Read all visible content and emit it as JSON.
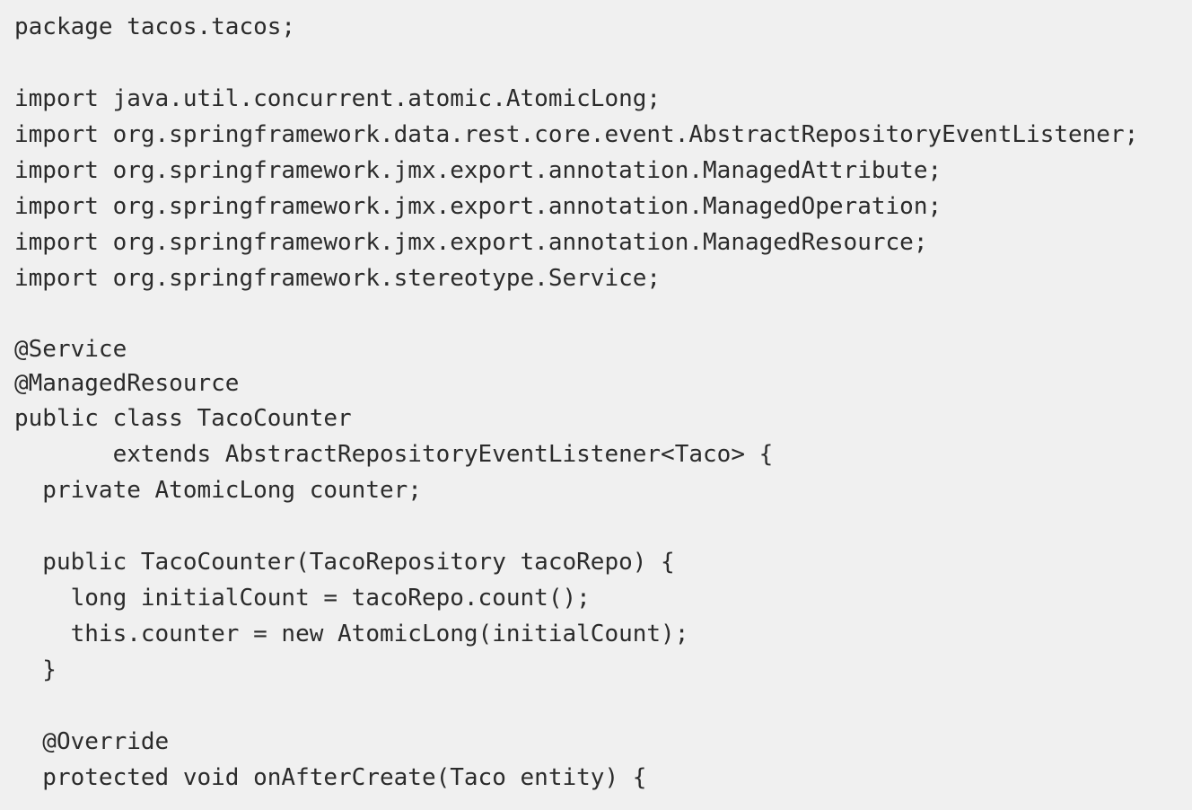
{
  "code": {
    "lines": [
      "package tacos.tacos;",
      "",
      "import java.util.concurrent.atomic.AtomicLong;",
      "import org.springframework.data.rest.core.event.AbstractRepositoryEventListener;",
      "import org.springframework.jmx.export.annotation.ManagedAttribute;",
      "import org.springframework.jmx.export.annotation.ManagedOperation;",
      "import org.springframework.jmx.export.annotation.ManagedResource;",
      "import org.springframework.stereotype.Service;",
      "",
      "@Service",
      "@ManagedResource",
      "public class TacoCounter",
      "       extends AbstractRepositoryEventListener<Taco> {",
      "  private AtomicLong counter;",
      "",
      "  public TacoCounter(TacoRepository tacoRepo) {",
      "    long initialCount = tacoRepo.count();",
      "    this.counter = new AtomicLong(initialCount);",
      "  }",
      "",
      "  @Override",
      "  protected void onAfterCreate(Taco entity) {"
    ]
  }
}
